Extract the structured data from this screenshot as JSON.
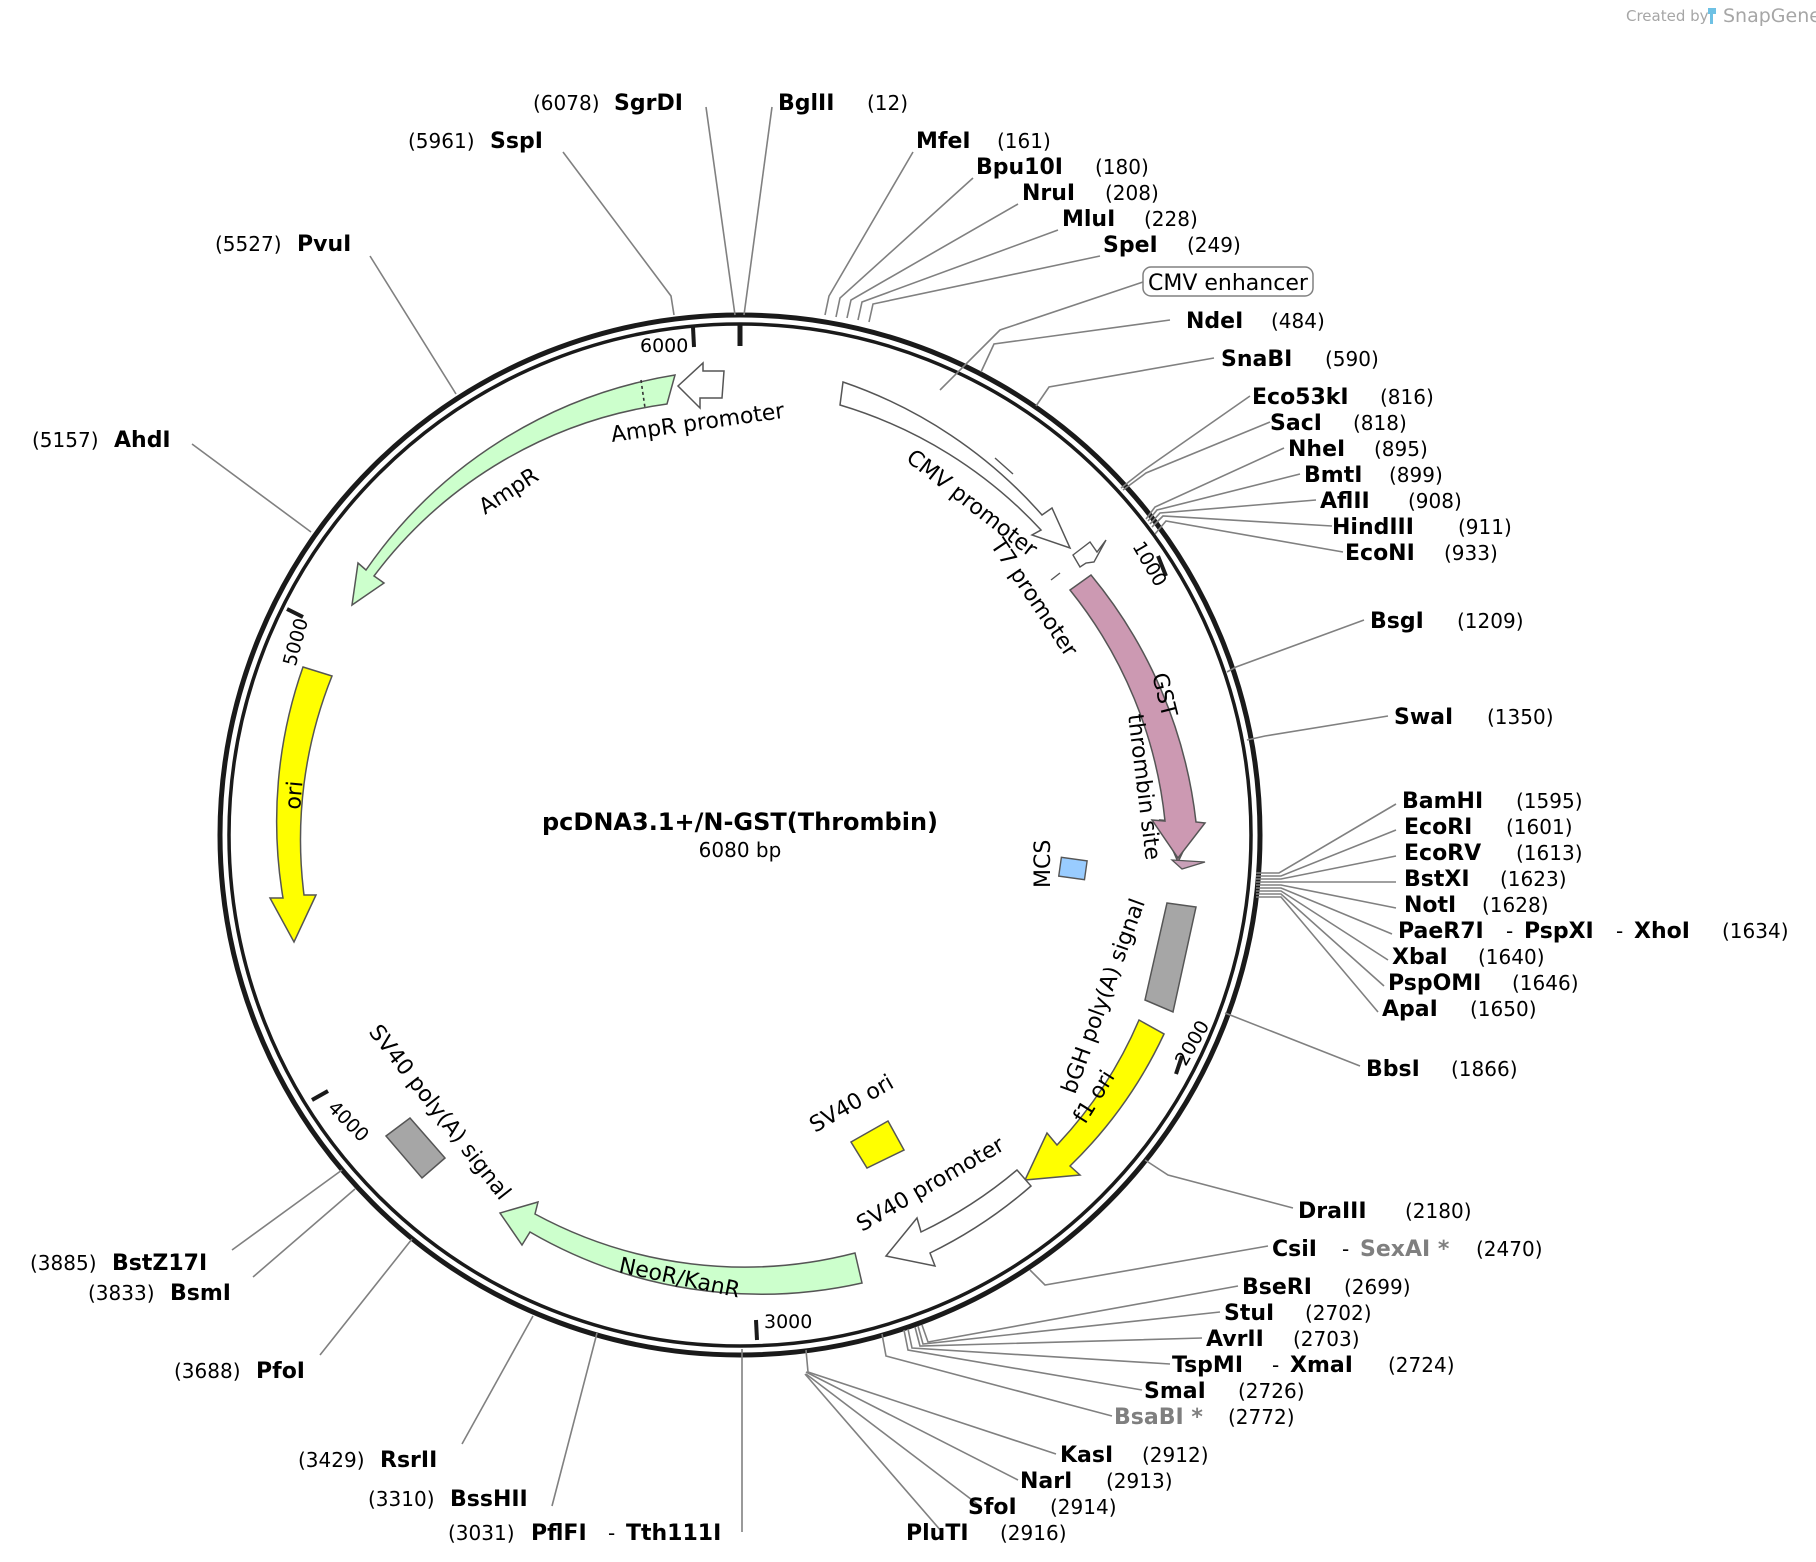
{
  "watermark": {
    "prefix": "Created by",
    "brand": "SnapGene"
  },
  "plasmid": {
    "name": "pcDNA3.1+/N-GST(Thrombin)",
    "length_label": "6080 bp",
    "length": 6080
  },
  "ticks": [
    "1000",
    "2000",
    "3000",
    "4000",
    "5000",
    "6000"
  ],
  "features": [
    {
      "label": "CMV enhancer",
      "boxed": true
    },
    {
      "label": "CMV promoter"
    },
    {
      "label": "T7 promoter"
    },
    {
      "label": "GST"
    },
    {
      "label": "thrombin site"
    },
    {
      "label": "MCS"
    },
    {
      "label": "bGH poly(A) signal"
    },
    {
      "label": "f1 ori"
    },
    {
      "label": "SV40 promoter"
    },
    {
      "label": "SV40 ori"
    },
    {
      "label": "NeoR/KanR"
    },
    {
      "label": "SV40 poly(A) signal"
    },
    {
      "label": "ori"
    },
    {
      "label": "AmpR"
    },
    {
      "label": "AmpR promoter"
    }
  ],
  "sites": [
    {
      "name": "SgrDI",
      "pos": "(6078)"
    },
    {
      "name": "BglII",
      "pos": "(12)"
    },
    {
      "name": "SspI",
      "pos": "(5961)"
    },
    {
      "name": "MfeI",
      "pos": "(161)"
    },
    {
      "name": "Bpu10I",
      "pos": "(180)"
    },
    {
      "name": "NruI",
      "pos": "(208)"
    },
    {
      "name": "MluI",
      "pos": "(228)"
    },
    {
      "name": "SpeI",
      "pos": "(249)"
    },
    {
      "name": "PvuI",
      "pos": "(5527)"
    },
    {
      "name": "NdeI",
      "pos": "(484)"
    },
    {
      "name": "SnaBI",
      "pos": "(590)"
    },
    {
      "name": "Eco53kI",
      "pos": "(816)"
    },
    {
      "name": "SacI",
      "pos": "(818)"
    },
    {
      "name": "NheI",
      "pos": "(895)"
    },
    {
      "name": "BmtI",
      "pos": "(899)"
    },
    {
      "name": "AflII",
      "pos": "(908)"
    },
    {
      "name": "HindIII",
      "pos": "(911)"
    },
    {
      "name": "EcoNI",
      "pos": "(933)"
    },
    {
      "name": "AhdI",
      "pos": "(5157)"
    },
    {
      "name": "BsgI",
      "pos": "(1209)"
    },
    {
      "name": "SwaI",
      "pos": "(1350)"
    },
    {
      "name": "BamHI",
      "pos": "(1595)"
    },
    {
      "name": "EcoRI",
      "pos": "(1601)"
    },
    {
      "name": "EcoRV",
      "pos": "(1613)"
    },
    {
      "name": "BstXI",
      "pos": "(1623)"
    },
    {
      "name": "NotI",
      "pos": "(1628)"
    },
    {
      "name": "PaeR7I - PspXI - XhoI",
      "parts": [
        "PaeR7I",
        "PspXI",
        "XhoI"
      ],
      "pos": "(1634)"
    },
    {
      "name": "XbaI",
      "pos": "(1640)"
    },
    {
      "name": "PspOMI",
      "pos": "(1646)"
    },
    {
      "name": "ApaI",
      "pos": "(1650)"
    },
    {
      "name": "BbsI",
      "pos": "(1866)"
    },
    {
      "name": "DraIII",
      "pos": "(2180)"
    },
    {
      "name": "CsiI - SexAI *",
      "parts": [
        "CsiI",
        "SexAI *"
      ],
      "pos": "(2470)"
    },
    {
      "name": "BseRI",
      "pos": "(2699)"
    },
    {
      "name": "StuI",
      "pos": "(2702)"
    },
    {
      "name": "AvrII",
      "pos": "(2703)"
    },
    {
      "name": "TspMI - XmaI",
      "parts": [
        "TspMI",
        "XmaI"
      ],
      "pos": "(2724)"
    },
    {
      "name": "SmaI",
      "pos": "(2726)"
    },
    {
      "name": "BsaBI *",
      "pos": "(2772)"
    },
    {
      "name": "KasI",
      "pos": "(2912)"
    },
    {
      "name": "NarI",
      "pos": "(2913)"
    },
    {
      "name": "SfoI",
      "pos": "(2914)"
    },
    {
      "name": "PluTI",
      "pos": "(2916)"
    },
    {
      "name": "PflFI - Tth111I",
      "parts": [
        "PflFI",
        "Tth111I"
      ],
      "pos": "(3031)"
    },
    {
      "name": "BssHII",
      "pos": "(3310)"
    },
    {
      "name": "RsrII",
      "pos": "(3429)"
    },
    {
      "name": "PfoI",
      "pos": "(3688)"
    },
    {
      "name": "BsmI",
      "pos": "(3833)"
    },
    {
      "name": "BstZ17I",
      "pos": "(3885)"
    }
  ],
  "colors": {
    "gst": "#cc99b2",
    "ori": "#ffff00",
    "resistance": "#ccffcc",
    "promoter": "#ffffff",
    "polyA": "#a6a6a6",
    "mcs": "#99ccff",
    "thrombin": "#c9a0b8",
    "backbone": "#1a1a1a",
    "leader": "#808080",
    "grey_enzyme": "#7f7f7f"
  }
}
